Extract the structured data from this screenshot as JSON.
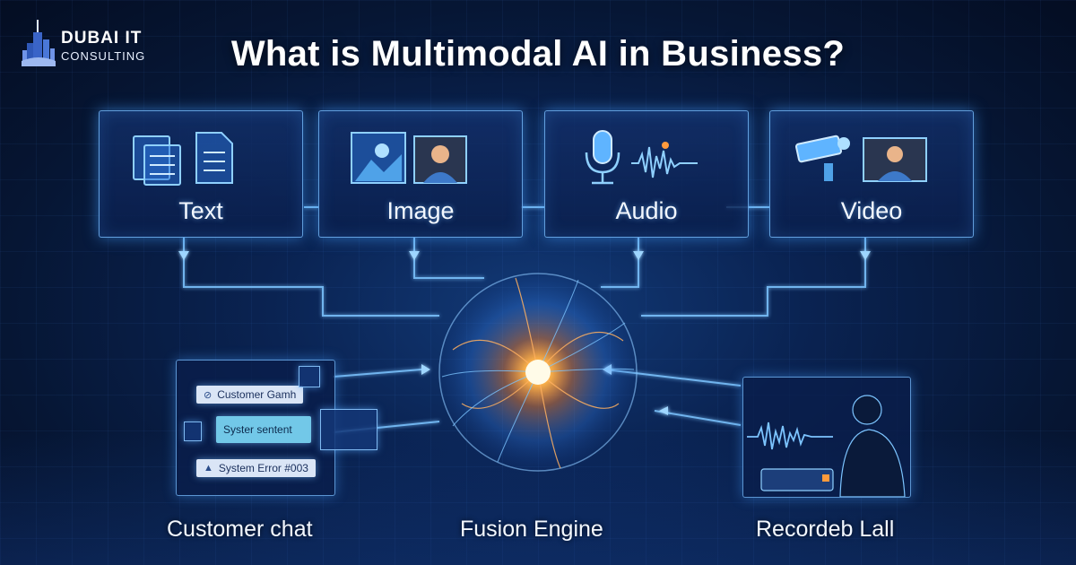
{
  "brand": {
    "line1": "DUBAI IT",
    "line2": "CONSULTING"
  },
  "title": "What is Multimodal AI in Business?",
  "modalities": [
    {
      "label": "Text",
      "icon": "document-icon"
    },
    {
      "label": "Image",
      "icon": "picture-icon"
    },
    {
      "label": "Audio",
      "icon": "microphone-icon"
    },
    {
      "label": "Video",
      "icon": "camera-icon"
    }
  ],
  "fusion": {
    "label": "Fusion Engine"
  },
  "customer_chat": {
    "label": "Customer chat",
    "chips": [
      "Customer Gamh",
      "Syster sentent",
      "System Error #003"
    ]
  },
  "recorded_call": {
    "label": "Recordeb Lall"
  },
  "colors": {
    "accent": "#5fb4ff",
    "background": "#061634",
    "spark": "#ff9a3c"
  }
}
